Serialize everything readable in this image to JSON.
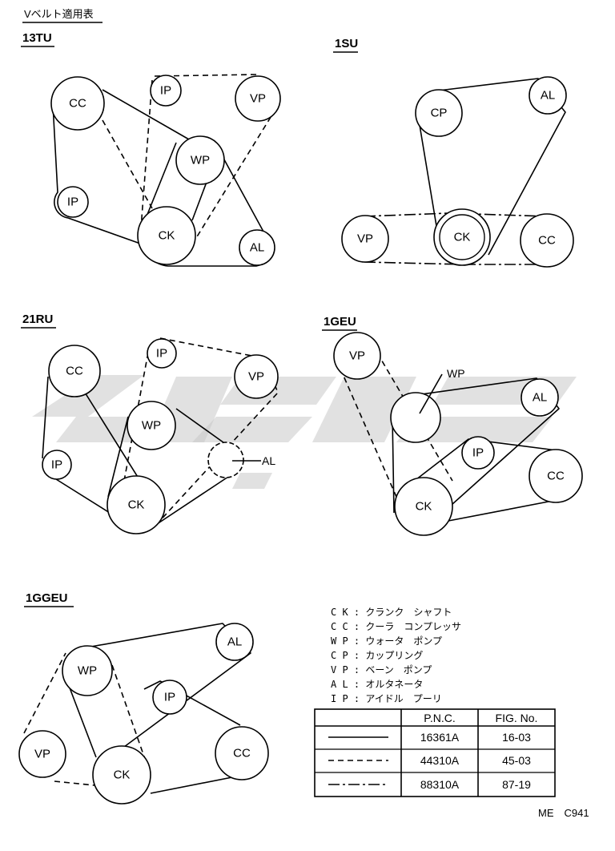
{
  "header_title": "Vベルト適用表",
  "sections": [
    {
      "id": "13tu",
      "title": "13TU",
      "pulleys": [
        {
          "label": "CC"
        },
        {
          "label": "IP"
        },
        {
          "label": "VP"
        },
        {
          "label": "WP"
        },
        {
          "label": "IP"
        },
        {
          "label": "CK"
        },
        {
          "label": "AL"
        }
      ]
    },
    {
      "id": "1su",
      "title": "1SU",
      "pulleys": [
        {
          "label": "CP"
        },
        {
          "label": "AL"
        },
        {
          "label": "VP"
        },
        {
          "label": "CK"
        },
        {
          "label": "CC"
        }
      ]
    },
    {
      "id": "21ru",
      "title": "21RU",
      "pulleys": [
        {
          "label": "CC"
        },
        {
          "label": "IP"
        },
        {
          "label": "VP"
        },
        {
          "label": "WP"
        },
        {
          "label": "IP"
        },
        {
          "label": "CK"
        }
      ],
      "callouts": [
        "AL"
      ]
    },
    {
      "id": "1geu",
      "title": "1GEU",
      "pulleys": [
        {
          "label": "VP"
        },
        {
          "label": "AL"
        },
        {
          "label": "IP"
        },
        {
          "label": "CC"
        },
        {
          "label": "CK"
        }
      ],
      "callouts": [
        "WP"
      ]
    },
    {
      "id": "1ggeu",
      "title": "1GGEU",
      "pulleys": [
        {
          "label": "AL"
        },
        {
          "label": "WP"
        },
        {
          "label": "IP"
        },
        {
          "label": "VP"
        },
        {
          "label": "CK"
        },
        {
          "label": "CC"
        }
      ]
    }
  ],
  "legend": [
    "C K : クランク　シャフト",
    "C C : クーラ　コンプレッサ",
    "W P : ウォータ　ポンプ",
    "C P : カップリング",
    "V P : ベーン　ポンプ",
    "A L : オルタネータ",
    "I P : アイドル　プーリ"
  ],
  "table": {
    "headers": [
      "",
      "P.N.C.",
      "FIG. No."
    ],
    "rows": [
      {
        "line_style": "solid",
        "pnc": "16361A",
        "fig": "16-03"
      },
      {
        "line_style": "dashed",
        "pnc": "44310A",
        "fig": "45-03"
      },
      {
        "line_style": "dash-dot",
        "pnc": "88310A",
        "fig": "87-19"
      }
    ]
  },
  "footer": "ME　C941"
}
